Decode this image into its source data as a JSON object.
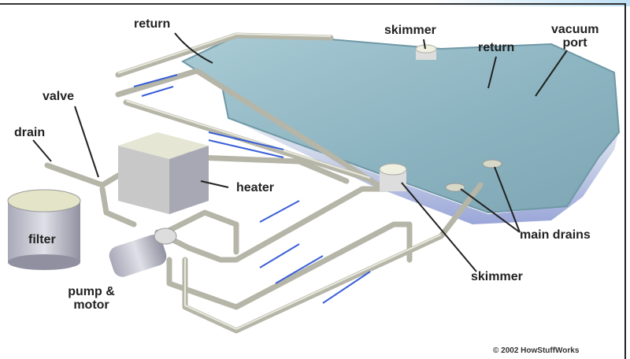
{
  "labels": {
    "return_left": "return",
    "skimmer_top": "skimmer",
    "return_right": "return",
    "vacuum_port": "vacuum port",
    "valve": "valve",
    "drain": "drain",
    "heater": "heater",
    "filter": "filter",
    "pump_motor": "pump & motor",
    "skimmer_bottom": "skimmer",
    "main_drains": "main drains"
  },
  "copyright": "© 2002 HowStuffWorks",
  "colors": {
    "water": "#8fb8c4",
    "pipe": "#b9b9ad",
    "arrow": "#3a5fd8",
    "equipment": "#d8d8c8"
  }
}
